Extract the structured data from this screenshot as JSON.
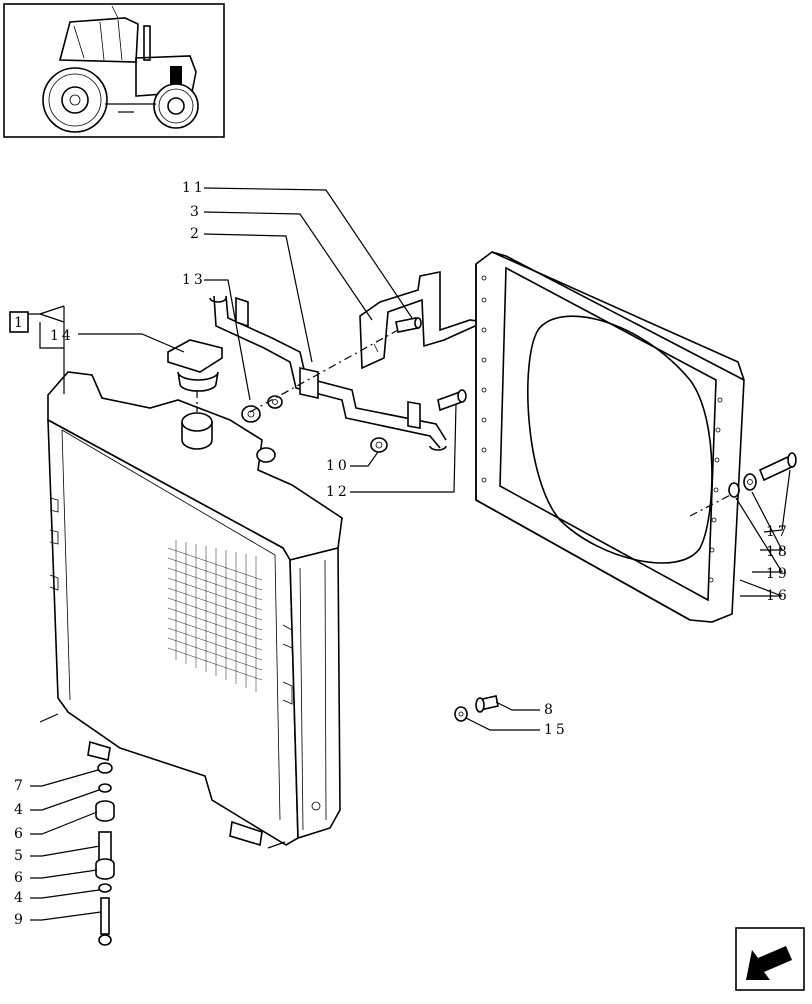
{
  "callouts": {
    "c11": "11",
    "c3": "3",
    "c2": "2",
    "c13": "13",
    "c1": "1",
    "c14": "14",
    "c10": "10",
    "c12": "12",
    "c17": "17",
    "c18": "18",
    "c19": "19",
    "c16": "16",
    "c8": "8",
    "c15": "15",
    "c7": "7",
    "c4a": "4",
    "c6a": "6",
    "c5": "5",
    "c6b": "6",
    "c4b": "4",
    "c9": "9"
  },
  "icons": {
    "thumbnail": "tractor-locator-icon",
    "navigation": "next-page-arrow-icon"
  }
}
